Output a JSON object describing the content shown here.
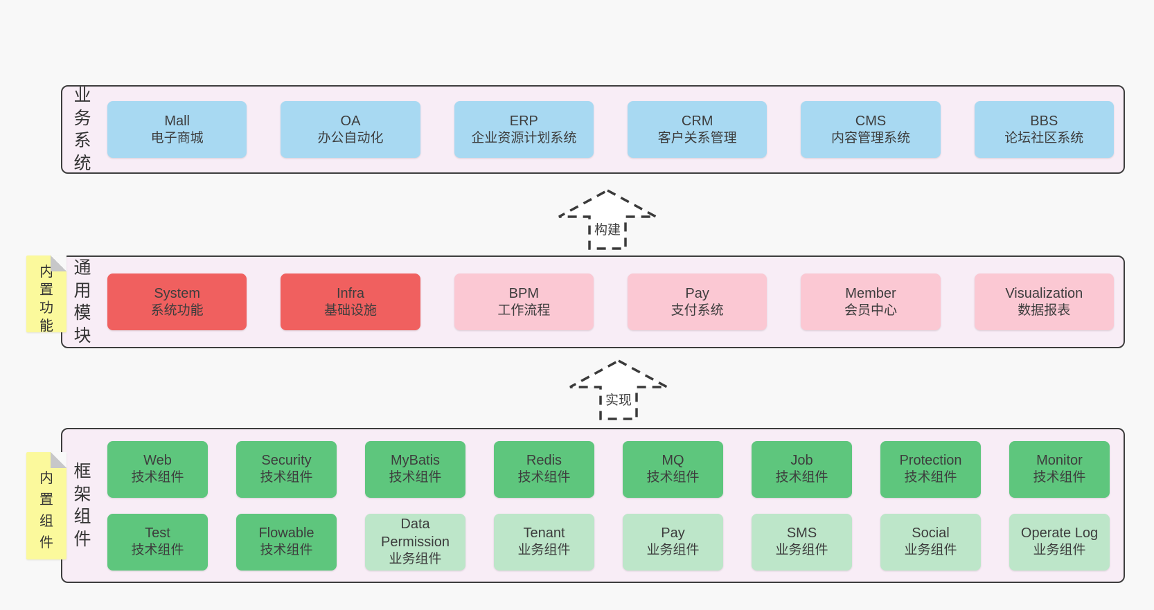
{
  "colors": {
    "bg": "#f8f8f8",
    "band-fill": "#f8edf6",
    "band-border": "#3d3d3d",
    "blue": "#a8d9f2",
    "red": "#f0605f",
    "pink": "#fbc8d3",
    "green": "#5ec67d",
    "lightgreen": "#bde6c9",
    "note": "#fbf99c",
    "note-fold": "#c7c7c9",
    "text": "#3d3d3d",
    "arrow": "#3a3a3a"
  },
  "bands": [
    {
      "label": "业务系统",
      "note": "",
      "rows": [
        [
          {
            "name": "Mall",
            "desc": "电子商城",
            "variant": "blue"
          },
          {
            "name": "OA",
            "desc": "办公自动化",
            "variant": "blue"
          },
          {
            "name": "ERP",
            "desc": "企业资源计划系统",
            "variant": "blue"
          },
          {
            "name": "CRM",
            "desc": "客户关系管理",
            "variant": "blue"
          },
          {
            "name": "CMS",
            "desc": "内容管理系统",
            "variant": "blue"
          },
          {
            "name": "BBS",
            "desc": "论坛社区系统",
            "variant": "blue"
          }
        ]
      ]
    },
    {
      "label": "通用模块",
      "note": "内置功能",
      "rows": [
        [
          {
            "name": "System",
            "desc": "系统功能",
            "variant": "red"
          },
          {
            "name": "Infra",
            "desc": "基础设施",
            "variant": "red"
          },
          {
            "name": "BPM",
            "desc": "工作流程",
            "variant": "pink"
          },
          {
            "name": "Pay",
            "desc": "支付系统",
            "variant": "pink"
          },
          {
            "name": "Member",
            "desc": "会员中心",
            "variant": "pink"
          },
          {
            "name": "Visualization",
            "desc": "数据报表",
            "variant": "pink"
          }
        ]
      ]
    },
    {
      "label": "框架组件",
      "note": "内置组件",
      "rows": [
        [
          {
            "name": "Web",
            "desc": "技术组件",
            "variant": "green"
          },
          {
            "name": "Security",
            "desc": "技术组件",
            "variant": "green"
          },
          {
            "name": "MyBatis",
            "desc": "技术组件",
            "variant": "green"
          },
          {
            "name": "Redis",
            "desc": "技术组件",
            "variant": "green"
          },
          {
            "name": "MQ",
            "desc": "技术组件",
            "variant": "green"
          },
          {
            "name": "Job",
            "desc": "技术组件",
            "variant": "green"
          },
          {
            "name": "Protection",
            "desc": "技术组件",
            "variant": "green"
          },
          {
            "name": "Monitor",
            "desc": "技术组件",
            "variant": "green"
          }
        ],
        [
          {
            "name": "Test",
            "desc": "技术组件",
            "variant": "green"
          },
          {
            "name": "Flowable",
            "desc": "技术组件",
            "variant": "green"
          },
          {
            "name": "Data Permission",
            "desc": "业务组件",
            "variant": "lightgreen"
          },
          {
            "name": "Tenant",
            "desc": "业务组件",
            "variant": "lightgreen"
          },
          {
            "name": "Pay",
            "desc": "业务组件",
            "variant": "lightgreen"
          },
          {
            "name": "SMS",
            "desc": "业务组件",
            "variant": "lightgreen"
          },
          {
            "name": "Social",
            "desc": "业务组件",
            "variant": "lightgreen"
          },
          {
            "name": "Operate Log",
            "desc": "业务组件",
            "variant": "lightgreen"
          }
        ]
      ]
    }
  ],
  "arrows": [
    {
      "label": "构建"
    },
    {
      "label": "实现"
    }
  ]
}
